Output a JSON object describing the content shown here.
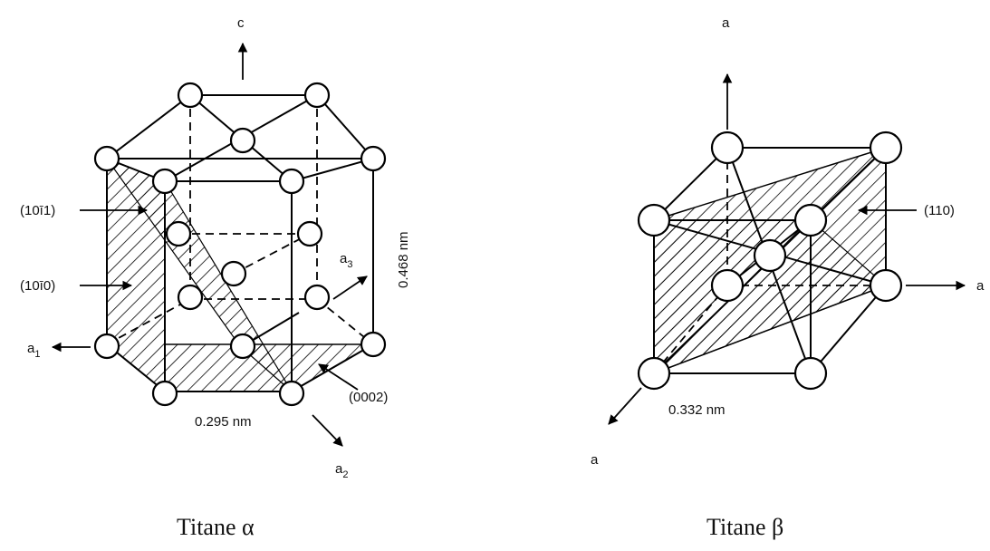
{
  "alpha": {
    "axes": {
      "c": "c",
      "a1": "a",
      "a1_sub": "1",
      "a2": "a",
      "a2_sub": "2",
      "a3": "a",
      "a3_sub": "3"
    },
    "planes": {
      "pyramidal": "(10ī1)",
      "prism": "(10ī0)",
      "basal": "(0002)"
    },
    "dimensions": {
      "c": "0.468 nm",
      "a": "0.295 nm"
    },
    "caption": "Titane α"
  },
  "beta": {
    "axes": {
      "top": "a",
      "right": "a",
      "bottom": "a"
    },
    "plane": "(110)",
    "dimension": "0.332 nm",
    "caption": "Titane β"
  }
}
